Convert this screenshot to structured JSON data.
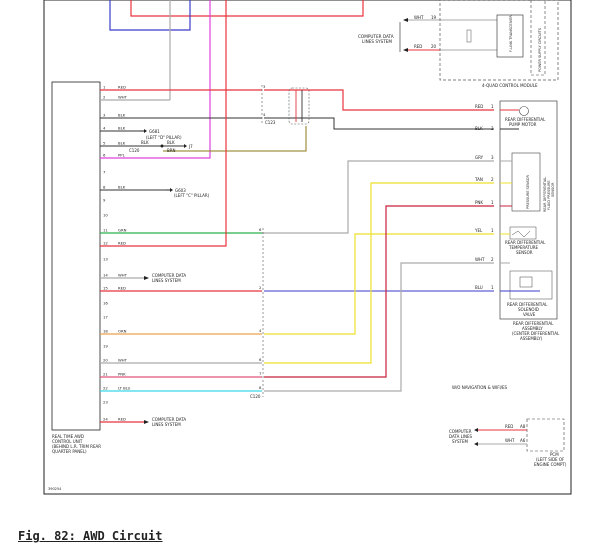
{
  "caption": "Fig. 82: AWD Circuit",
  "drawing_id": "390254",
  "colors": {
    "red": "#e8343c",
    "gray": "#aaaaaa",
    "blue": "#3b3bcc",
    "magenta": "#e040e0",
    "brown": "#8a7a1a",
    "green": "#2ab24a",
    "orange": "#e9a14a",
    "yellow": "#ece12c",
    "pink": "#e0557a",
    "ltblue": "#3ad6e6",
    "black": "#333333",
    "crimson": "#c8203c"
  },
  "rtc": {
    "label": [
      "REAL TIME AWD",
      "CONTROL UNIT",
      "(BEHIND L.R. TRIM REAR",
      "QUARTER PANEL)"
    ],
    "pins": [
      {
        "n": "1",
        "w": "RED"
      },
      {
        "n": "2",
        "w": "WHT"
      },
      {
        "n": "3",
        "w": "BLK"
      },
      {
        "n": "4",
        "w": "BLK"
      },
      {
        "n": "5",
        "w": "BLK"
      },
      {
        "n": "6",
        "w": "PPL"
      },
      {
        "n": "7",
        "w": ""
      },
      {
        "n": "8",
        "w": "BLK"
      },
      {
        "n": "9",
        "w": ""
      },
      {
        "n": "10",
        "w": ""
      },
      {
        "n": "11",
        "w": "GRN"
      },
      {
        "n": "12",
        "w": "RED"
      },
      {
        "n": "13",
        "w": ""
      },
      {
        "n": "14",
        "w": "WHT"
      },
      {
        "n": "15",
        "w": "RED"
      },
      {
        "n": "16",
        "w": ""
      },
      {
        "n": "17",
        "w": ""
      },
      {
        "n": "18",
        "w": "ORN"
      },
      {
        "n": "19",
        "w": ""
      },
      {
        "n": "20",
        "w": "WHT"
      },
      {
        "n": "21",
        "w": "PNK"
      },
      {
        "n": "22",
        "w": "LT BLU"
      },
      {
        "n": "23",
        "w": ""
      },
      {
        "n": "24",
        "w": "RED"
      }
    ]
  },
  "grounds": {
    "g681": [
      "G681",
      "(LEFT \"D\" PILLAR)"
    ],
    "g603": [
      "G603",
      "(LEFT \"C\" PILLAR)"
    ],
    "c120_small": "C120",
    "blk": "BLK",
    "brn": "BRN",
    "j7": "J7"
  },
  "connectors": {
    "c123": "C123",
    "c120": "C120"
  },
  "comp_data": [
    "COMPUTER DATA",
    "LINES SYSTEM"
  ],
  "comp_data_lines": [
    "COMPUTER",
    "DATA LINES",
    "SYSTEM"
  ],
  "top": {
    "cdl": [
      "COMPUTER DATA",
      "LINES SYSTEM"
    ],
    "wht": "WHT",
    "wht_pin": "19",
    "red": "RED",
    "red_pin": "20",
    "flink": "F-LINK TRANSCEIVER",
    "psu": "POWER SUPPLY CIRCUITS",
    "module": "4-QUAD CONTROL MODULE"
  },
  "right": {
    "pump_motor": [
      "REAR DIFFERENTIAL",
      "PUMP MOTOR"
    ],
    "pump_w1": "RED",
    "pump_p1": "1",
    "pump_w2": "BLK",
    "pump_p2": "2",
    "pressure_sensor_in": "PRESSURE SENSOR",
    "pressure_sensor_side": [
      "REAR DIFFERENTIAL",
      "FLUID PRESSURE",
      "SENSOR"
    ],
    "ps_wires": [
      {
        "w": "GRY",
        "p": "3"
      },
      {
        "w": "TAN",
        "p": "2"
      },
      {
        "w": "PNK",
        "p": "1"
      }
    ],
    "temp_w": "YEL",
    "temp_p": "1",
    "temp_sensor": [
      "REAR DIFFERENTIAL",
      "TEMPERATURE",
      "SENSOR"
    ],
    "temp_w2": "WHT",
    "temp_p2": "2",
    "sol_w": "BLU",
    "sol_p": "1",
    "solenoid": [
      "REAR DIFFERENTIAL",
      "SOLENOID",
      "VALVE"
    ],
    "assembly": [
      "REAR DIFFERENTIAL",
      "ASSEMBLY",
      "(CENTER DIFFERENTIAL",
      "ASSEMBLY)"
    ]
  },
  "pcm": {
    "w1": "RED",
    "p1": "A8",
    "w2": "WHT",
    "p2": "A6",
    "label": [
      "PCM",
      "(LEFT SIDE OF",
      "ENGINE COMPT)"
    ]
  },
  "note": "W/O NAVIGATION & WIFI/ES"
}
